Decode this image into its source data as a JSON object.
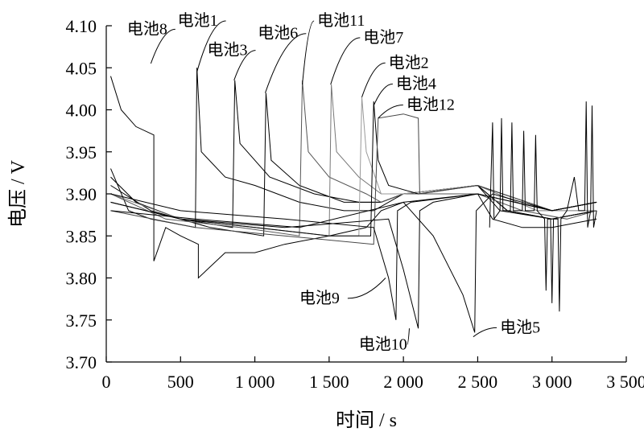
{
  "chart_data": {
    "type": "line",
    "xlabel": "时间 / s",
    "ylabel": "电压 / V",
    "xlim": [
      0,
      3500
    ],
    "ylim": [
      3.7,
      4.1
    ],
    "xticks": [
      {
        "value": 0,
        "label": "0"
      },
      {
        "value": 500,
        "label": "500"
      },
      {
        "value": 1000,
        "label": "1 000"
      },
      {
        "value": 1500,
        "label": "1 500"
      },
      {
        "value": 2000,
        "label": "2 000"
      },
      {
        "value": 2500,
        "label": "2 500"
      },
      {
        "value": 3000,
        "label": "3 000"
      },
      {
        "value": 3500,
        "label": "3 500"
      }
    ],
    "yticks": [
      {
        "value": 3.7,
        "label": "3.70"
      },
      {
        "value": 3.75,
        "label": "3.75"
      },
      {
        "value": 3.8,
        "label": "3.80"
      },
      {
        "value": 3.85,
        "label": "3.85"
      },
      {
        "value": 3.9,
        "label": "3.90"
      },
      {
        "value": 3.95,
        "label": "3.95"
      },
      {
        "value": 4.0,
        "label": "4.00"
      },
      {
        "value": 4.05,
        "label": "4.05"
      },
      {
        "value": 4.1,
        "label": "4.10"
      }
    ],
    "grid": false,
    "series": [
      {
        "name": "电池8",
        "color": "#000000",
        "points": [
          [
            30,
            4.04
          ],
          [
            100,
            4.0
          ],
          [
            200,
            3.98
          ],
          [
            320,
            3.97
          ],
          [
            320,
            3.82
          ],
          [
            400,
            3.86
          ],
          [
            500,
            3.85
          ],
          [
            620,
            3.84
          ],
          [
            620,
            3.8
          ],
          [
            800,
            3.83
          ],
          [
            1000,
            3.83
          ],
          [
            1200,
            3.84
          ],
          [
            1500,
            3.85
          ],
          [
            1750,
            3.86
          ],
          [
            1850,
            3.88
          ],
          [
            2000,
            3.89
          ],
          [
            2500,
            3.9
          ],
          [
            2600,
            3.87
          ],
          [
            2800,
            3.86
          ],
          [
            3000,
            3.86
          ],
          [
            3300,
            3.87
          ]
        ]
      },
      {
        "name": "电池1",
        "color": "#000000",
        "points": [
          [
            30,
            3.93
          ],
          [
            150,
            3.88
          ],
          [
            300,
            3.87
          ],
          [
            600,
            3.86
          ],
          [
            610,
            4.05
          ],
          [
            640,
            3.95
          ],
          [
            800,
            3.92
          ],
          [
            1000,
            3.91
          ],
          [
            1300,
            3.89
          ],
          [
            1600,
            3.88
          ],
          [
            1800,
            3.88
          ],
          [
            2000,
            3.9
          ],
          [
            2500,
            3.91
          ],
          [
            2650,
            3.88
          ],
          [
            3000,
            3.87
          ],
          [
            3300,
            3.88
          ]
        ]
      },
      {
        "name": "电池3",
        "color": "#000000",
        "points": [
          [
            30,
            3.92
          ],
          [
            200,
            3.89
          ],
          [
            500,
            3.87
          ],
          [
            850,
            3.86
          ],
          [
            865,
            4.035
          ],
          [
            900,
            3.96
          ],
          [
            1100,
            3.92
          ],
          [
            1400,
            3.9
          ],
          [
            1700,
            3.89
          ],
          [
            1850,
            3.89
          ],
          [
            2000,
            3.9
          ],
          [
            2500,
            3.91
          ],
          [
            2700,
            3.88
          ],
          [
            3000,
            3.87
          ],
          [
            3300,
            3.88
          ]
        ]
      },
      {
        "name": "电池6",
        "color": "#000000",
        "points": [
          [
            30,
            3.91
          ],
          [
            300,
            3.88
          ],
          [
            700,
            3.86
          ],
          [
            1060,
            3.85
          ],
          [
            1075,
            4.02
          ],
          [
            1110,
            3.94
          ],
          [
            1300,
            3.91
          ],
          [
            1600,
            3.89
          ],
          [
            1850,
            3.89
          ],
          [
            2000,
            3.9
          ],
          [
            2500,
            3.91
          ],
          [
            2700,
            3.88
          ],
          [
            3000,
            3.87
          ],
          [
            3300,
            3.88
          ]
        ]
      },
      {
        "name": "电池11",
        "color": "#555555",
        "points": [
          [
            30,
            3.9
          ],
          [
            400,
            3.87
          ],
          [
            900,
            3.86
          ],
          [
            1300,
            3.85
          ],
          [
            1320,
            4.035
          ],
          [
            1360,
            3.95
          ],
          [
            1500,
            3.92
          ],
          [
            1750,
            3.9
          ],
          [
            1850,
            3.89
          ],
          [
            2000,
            3.9
          ],
          [
            2500,
            3.9
          ],
          [
            2800,
            3.88
          ],
          [
            3100,
            3.87
          ],
          [
            3300,
            3.88
          ]
        ]
      },
      {
        "name": "电池7",
        "color": "#777777",
        "points": [
          [
            30,
            3.9
          ],
          [
            500,
            3.87
          ],
          [
            1000,
            3.86
          ],
          [
            1500,
            3.85
          ],
          [
            1515,
            4.03
          ],
          [
            1550,
            3.95
          ],
          [
            1700,
            3.92
          ],
          [
            1850,
            3.9
          ],
          [
            2000,
            3.9
          ],
          [
            2500,
            3.91
          ],
          [
            2900,
            3.88
          ],
          [
            3300,
            3.88
          ]
        ]
      },
      {
        "name": "电池2",
        "color": "#999999",
        "points": [
          [
            30,
            3.89
          ],
          [
            500,
            3.87
          ],
          [
            1000,
            3.86
          ],
          [
            1500,
            3.85
          ],
          [
            1700,
            3.85
          ],
          [
            1720,
            4.015
          ],
          [
            1750,
            3.95
          ],
          [
            1850,
            3.9
          ],
          [
            2000,
            3.9
          ],
          [
            2500,
            3.91
          ],
          [
            3000,
            3.88
          ],
          [
            3300,
            3.89
          ]
        ]
      },
      {
        "name": "电池4",
        "color": "#000000",
        "points": [
          [
            30,
            3.89
          ],
          [
            500,
            3.87
          ],
          [
            1000,
            3.86
          ],
          [
            1500,
            3.85
          ],
          [
            1780,
            3.85
          ],
          [
            1800,
            4.01
          ],
          [
            1830,
            3.94
          ],
          [
            1900,
            3.91
          ],
          [
            2100,
            3.9
          ],
          [
            2500,
            3.91
          ],
          [
            3000,
            3.88
          ],
          [
            3300,
            3.89
          ]
        ]
      },
      {
        "name": "电池12",
        "color": "#444444",
        "points": [
          [
            30,
            3.88
          ],
          [
            600,
            3.86
          ],
          [
            1200,
            3.85
          ],
          [
            1800,
            3.84
          ],
          [
            1830,
            3.99
          ],
          [
            2000,
            3.995
          ],
          [
            2100,
            3.99
          ],
          [
            2110,
            3.9
          ],
          [
            2500,
            3.91
          ],
          [
            3000,
            3.88
          ],
          [
            3300,
            3.89
          ]
        ]
      },
      {
        "name": "电池9",
        "color": "#000000",
        "points": [
          [
            30,
            3.9
          ],
          [
            500,
            3.88
          ],
          [
            1200,
            3.87
          ],
          [
            1800,
            3.86
          ],
          [
            1900,
            3.8
          ],
          [
            1950,
            3.75
          ],
          [
            1960,
            3.88
          ],
          [
            2050,
            3.89
          ],
          [
            2500,
            3.9
          ],
          [
            3000,
            3.88
          ],
          [
            3300,
            3.89
          ]
        ]
      },
      {
        "name": "电池10",
        "color": "#000000",
        "points": [
          [
            30,
            3.89
          ],
          [
            500,
            3.87
          ],
          [
            1200,
            3.86
          ],
          [
            1900,
            3.87
          ],
          [
            2000,
            3.81
          ],
          [
            2100,
            3.74
          ],
          [
            2110,
            3.88
          ],
          [
            2200,
            3.89
          ],
          [
            2500,
            3.9
          ],
          [
            3000,
            3.88
          ],
          [
            3300,
            3.89
          ]
        ]
      },
      {
        "name": "电池5",
        "color": "#000000",
        "points": [
          [
            30,
            3.88
          ],
          [
            600,
            3.87
          ],
          [
            1300,
            3.86
          ],
          [
            2000,
            3.89
          ],
          [
            2200,
            3.85
          ],
          [
            2400,
            3.78
          ],
          [
            2480,
            3.735
          ],
          [
            2490,
            3.88
          ],
          [
            2600,
            3.9
          ],
          [
            3000,
            3.88
          ],
          [
            3300,
            3.89
          ]
        ]
      }
    ],
    "spikes": [
      {
        "color": "#000000",
        "points": [
          [
            2580,
            3.86
          ],
          [
            2600,
            3.985
          ],
          [
            2610,
            3.87
          ],
          [
            2650,
            3.88
          ],
          [
            2660,
            3.99
          ],
          [
            2670,
            3.88
          ],
          [
            2720,
            3.88
          ],
          [
            2730,
            3.985
          ],
          [
            2740,
            3.88
          ],
          [
            2800,
            3.88
          ],
          [
            2810,
            3.975
          ],
          [
            2820,
            3.88
          ],
          [
            2880,
            3.88
          ],
          [
            2890,
            3.97
          ],
          [
            2900,
            3.88
          ],
          [
            2950,
            3.87
          ],
          [
            2960,
            3.785
          ],
          [
            2970,
            3.87
          ],
          [
            2990,
            3.87
          ],
          [
            3000,
            3.77
          ],
          [
            3010,
            3.87
          ],
          [
            3040,
            3.87
          ],
          [
            3050,
            3.76
          ],
          [
            3060,
            3.87
          ],
          [
            3100,
            3.88
          ],
          [
            3150,
            3.92
          ],
          [
            3180,
            3.88
          ],
          [
            3220,
            3.88
          ],
          [
            3230,
            4.01
          ],
          [
            3240,
            3.86
          ],
          [
            3260,
            3.88
          ],
          [
            3270,
            4.005
          ],
          [
            3280,
            3.86
          ],
          [
            3300,
            3.88
          ]
        ]
      }
    ],
    "annotations": [
      {
        "text": "电池8",
        "at": [
          300,
          4.055
        ],
        "label_at": [
          140,
          4.09
        ]
      },
      {
        "text": "电池1",
        "at": [
          610,
          4.045
        ],
        "label_at": [
          480,
          4.1
        ]
      },
      {
        "text": "电池3",
        "at": [
          860,
          4.035
        ],
        "label_at": [
          680,
          4.065
        ]
      },
      {
        "text": "电池6",
        "at": [
          1070,
          4.02
        ],
        "label_at": [
          1020,
          4.085
        ]
      },
      {
        "text": "电池11",
        "at": [
          1320,
          4.03
        ],
        "label_at": [
          1420,
          4.1
        ]
      },
      {
        "text": "电池7",
        "at": [
          1510,
          4.03
        ],
        "label_at": [
          1730,
          4.08
        ]
      },
      {
        "text": "电池2",
        "at": [
          1720,
          4.015
        ],
        "label_at": [
          1900,
          4.05
        ]
      },
      {
        "text": "电池4",
        "at": [
          1800,
          4.005
        ],
        "label_at": [
          1950,
          4.025
        ]
      },
      {
        "text": "电池12",
        "at": [
          1830,
          3.99
        ],
        "label_at": [
          2020,
          4.0
        ]
      },
      {
        "text": "电池9",
        "at": [
          1880,
          3.8
        ],
        "label_at": [
          1300,
          3.77
        ]
      },
      {
        "text": "电池10",
        "at": [
          2040,
          3.74
        ],
        "label_at": [
          1700,
          3.715
        ]
      },
      {
        "text": "电池5",
        "at": [
          2470,
          3.73
        ],
        "label_at": [
          2650,
          3.735
        ]
      }
    ]
  }
}
